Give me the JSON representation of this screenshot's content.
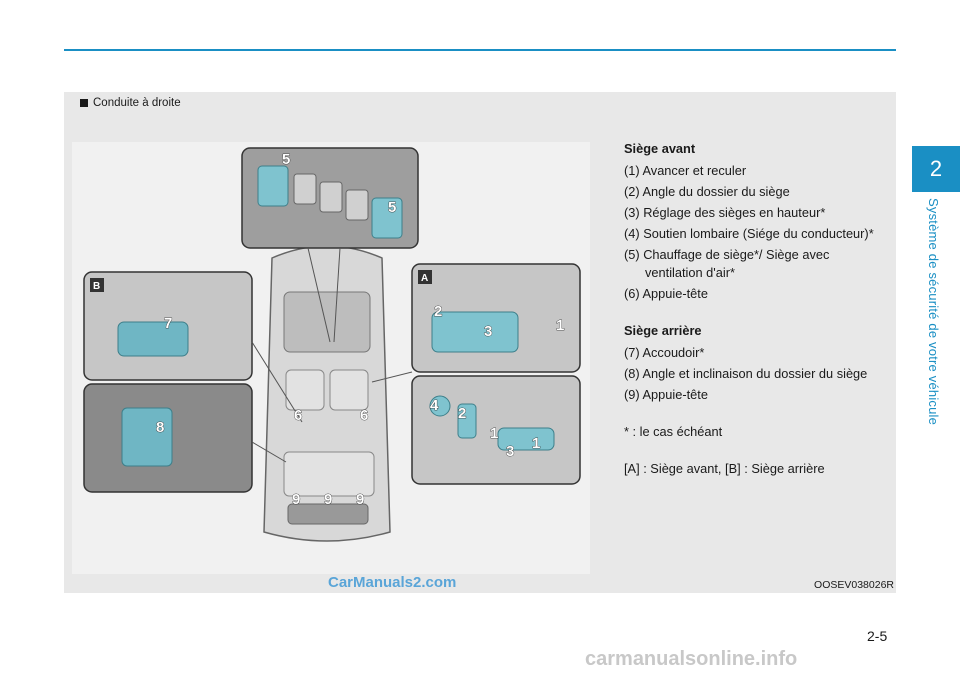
{
  "chapter": {
    "number": "2",
    "title": "Système de sécurité de votre véhicule"
  },
  "panel": {
    "label": "Conduite à droite",
    "figure_code": "OOSEV038026R",
    "watermark": "CarManuals2.com"
  },
  "callouts": {
    "inset_a": "A",
    "inset_b": "B",
    "n1": "1",
    "n2": "2",
    "n3": "3",
    "n4": "4",
    "n5": "5",
    "n6": "6",
    "n7": "7",
    "n8": "8",
    "n9": "9"
  },
  "front": {
    "heading": "Siège avant",
    "items": [
      "(1) Avancer et reculer",
      "(2) Angle du dossier du siège",
      "(3) Réglage des sièges en hauteur*",
      "(4) Soutien lombaire (Siége du conducteur)*",
      "(5) Chauffage de siège*/ Siège avec ventilation d'air*",
      "(6) Appuie-tête"
    ]
  },
  "rear": {
    "heading": "Siège arrière",
    "items": [
      "(7) Accoudoir*",
      "(8) Angle et inclinaison du dossier du siège",
      "(9) Appuie-tête"
    ]
  },
  "footnote": "* : le cas échéant",
  "legend": "[A] : Siège avant, [B] : Siège arrière",
  "page_number": "2-5",
  "footer_watermark": "carmanualsonline.info"
}
